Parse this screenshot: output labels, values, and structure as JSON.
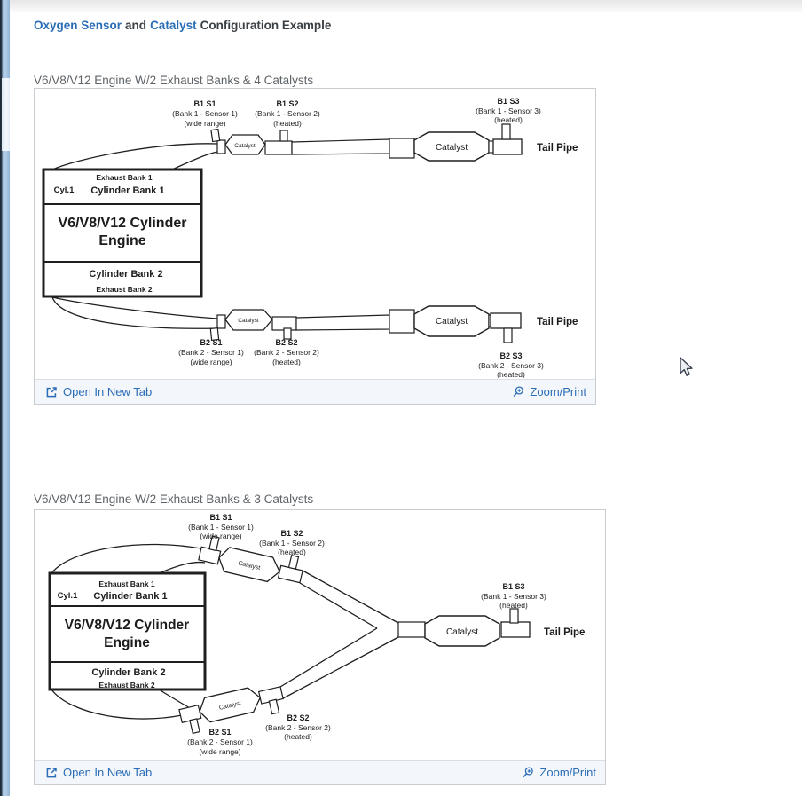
{
  "title": {
    "link1": "Oxygen Sensor",
    "conj": "and",
    "link2": "Catalyst",
    "suffix": "Configuration Example"
  },
  "fig1": {
    "heading": "V6/V8/V12 Engine W/2 Exhaust Banks & 4 Catalysts",
    "open_in_new_tab": "Open In New Tab",
    "zoom_print": "Zoom/Print"
  },
  "fig2": {
    "heading": "V6/V8/V12 Engine W/2 Exhaust Banks & 3 Catalysts",
    "open_in_new_tab": "Open In New Tab",
    "zoom_print": "Zoom/Print"
  },
  "engine": {
    "cyl": "Cyl.1",
    "exhaust_bank_1": "Exhaust Bank 1",
    "cylinder_bank_1": "Cylinder Bank 1",
    "name_line1": "V6/V8/V12 Cylinder",
    "name_line2": "Engine",
    "cylinder_bank_2": "Cylinder Bank 2",
    "exhaust_bank_2": "Exhaust Bank 2"
  },
  "labels": {
    "catalyst": "Catalyst",
    "tail_pipe": "Tail Pipe",
    "b1s1": [
      "B1 S1",
      "(Bank 1 - Sensor 1)",
      "(wide range)"
    ],
    "b1s2": [
      "B1 S2",
      "(Bank 1 - Sensor 2)",
      "(heated)"
    ],
    "b1s3": [
      "B1 S3",
      "(Bank 1 - Sensor 3)",
      "(heated)"
    ],
    "b2s1": [
      "B2 S1",
      "(Bank 2 - Sensor 1)",
      "(wide range)"
    ],
    "b2s2": [
      "B2 S2",
      "(Bank 2 - Sensor 2)",
      "(heated)"
    ],
    "b2s3": [
      "B2 S3",
      "(Bank 2 - Sensor 3)",
      "(heated)"
    ]
  },
  "colors": {
    "link_blue": "#2a6db6",
    "heading_gray": "#5f6468",
    "title_text": "#3b4045",
    "diagram_ink": "#1f1f1f",
    "footer_bg": "#f3f6fa"
  }
}
